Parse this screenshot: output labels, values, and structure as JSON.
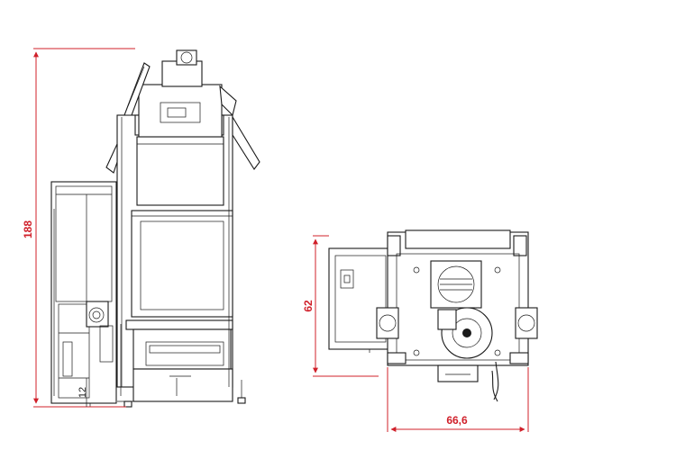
{
  "dimensions": {
    "front_height": "188",
    "side_height": "62",
    "side_width": "66,6",
    "hopper_small": "12"
  },
  "colors": {
    "dimension_line": "#d0202a",
    "drawing_line": "#1a1a1a",
    "background": "#ffffff"
  }
}
